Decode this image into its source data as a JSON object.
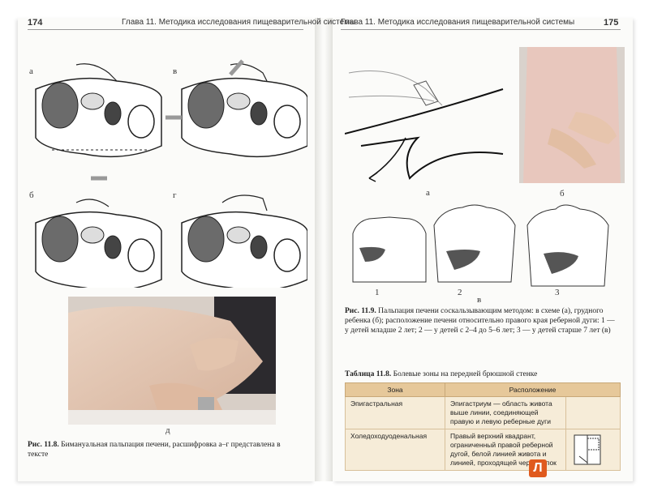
{
  "left_page": {
    "page_number": "174",
    "running_head": "Глава 11. Методика исследования пищеварительной системы",
    "figure_letters": [
      "а",
      "в",
      "б",
      "г",
      "д"
    ],
    "caption": {
      "label": "Рис. 11.8.",
      "text": "Бимануальная пальпация печени, расшифровка а–г представлена в тексте"
    }
  },
  "right_page": {
    "page_number": "175",
    "running_head": "Глава 11. Методика исследования пищеварительной системы",
    "figure_letters": [
      "а",
      "б",
      "в"
    ],
    "torso_numbers": [
      "1",
      "2",
      "3"
    ],
    "caption": {
      "label": "Рис. 11.9.",
      "text": "Пальпация печени соскальзывающим методом: в схеме (а), грудного ребенка (б); расположение печени относительно правого края реберной дуги: 1 — у детей младше 2 лет; 2 — у детей с 2–4 до 5–6 лет; 3 — у детей старше 7 лет (в)"
    },
    "table": {
      "title_label": "Таблица 11.8.",
      "title_text": "Болевые зоны на передней брюшной стенке",
      "headers": [
        "Зона",
        "Расположение"
      ],
      "rows": [
        {
          "zone": "Эпигастральная",
          "location": "Эпигастриум — область живота выше линии, соединяющей правую и левую реберные дуги"
        },
        {
          "zone": "Холедоходуоденальная",
          "location": "Правый верхний квадрант, ограниченный правой реберной дугой, белой линией живота и линией, проходящей через пупок"
        }
      ]
    }
  },
  "publisher_logo": "Л",
  "colors": {
    "paper": "#fbfbf9",
    "table_header": "#e6c89a",
    "table_body": "#f6ecd8",
    "organ_gray": "#6b6b6b",
    "logo": "#e05a1e"
  }
}
